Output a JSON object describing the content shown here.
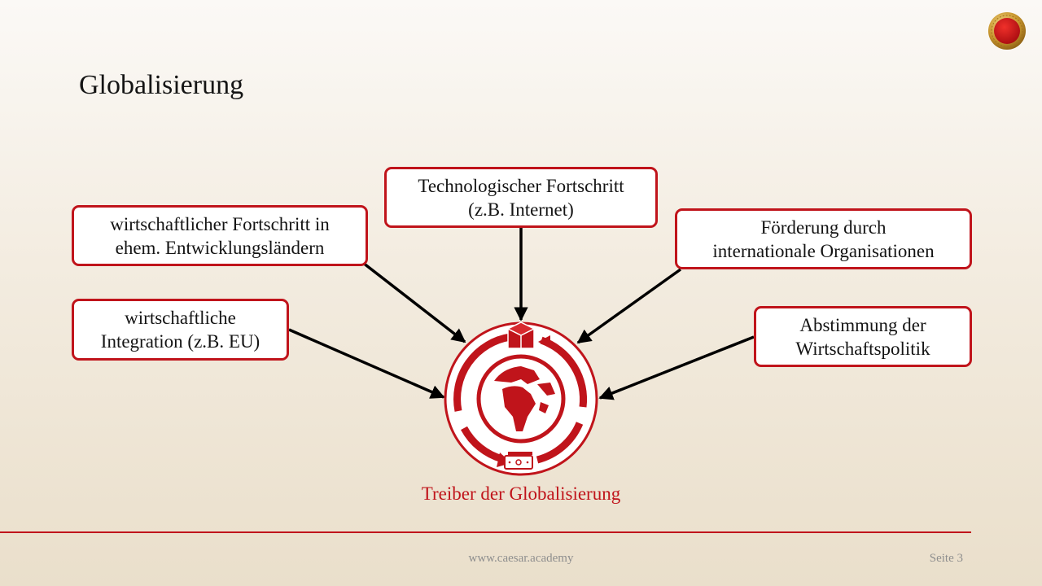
{
  "slide": {
    "title": "Globalisierung",
    "center_caption": "Treiber der Globalisierung"
  },
  "drivers": [
    {
      "id": "box-tl",
      "text": "wirtschaftlicher Fortschritt in\nehem. Entwicklungsländern"
    },
    {
      "id": "box-tc",
      "text": "Technologischer Fortschritt\n(z.B. Internet)"
    },
    {
      "id": "box-tr",
      "text": "Förderung durch\ninternationale Organisationen"
    },
    {
      "id": "box-ml",
      "text": "wirtschaftliche\nIntegration (z.B. EU)"
    },
    {
      "id": "box-mr",
      "text": "Abstimmung der\nWirtschaftspolitik"
    }
  ],
  "footer": {
    "url": "www.caesar.academy",
    "page_label": "Seite 3"
  },
  "colors": {
    "accent": "#c0141b",
    "text": "#141414",
    "footer_text": "#8e8e8e"
  },
  "icons": {
    "center": "globe-with-cycle-arrows-icon",
    "top_small": "package-box-icon",
    "bottom_small": "money-bill-icon",
    "logo": "caesar-academy-laurel-logo"
  }
}
